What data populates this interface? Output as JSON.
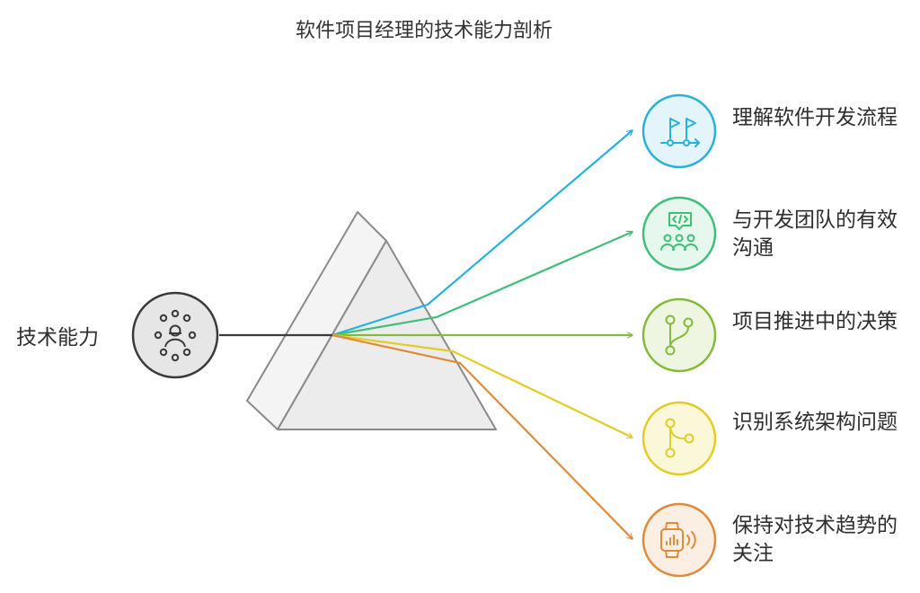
{
  "title": "软件项目经理的技术能力剖析",
  "source": {
    "label": "技术能力",
    "icon": "people-network-icon"
  },
  "outputs": [
    {
      "label": "理解软件开发流程",
      "icon": "flags-timeline-icon",
      "color": "#29b1dd",
      "fill": "#e3f5fb"
    },
    {
      "label": "与开发团队的有效沟通",
      "icon": "team-code-chat-icon",
      "color": "#3ebf7a",
      "fill": "#e6f7ee"
    },
    {
      "label": "项目推进中的决策",
      "icon": "branch-icon",
      "color": "#86bb3a",
      "fill": "#eef6e2"
    },
    {
      "label": "识别系统架构问题",
      "icon": "branch-merge-icon",
      "color": "#e3cc25",
      "fill": "#fbf7d9"
    },
    {
      "label": "保持对技术趋势的关注",
      "icon": "smartwatch-signal-icon",
      "color": "#e08a3a",
      "fill": "#fbeee2"
    }
  ]
}
